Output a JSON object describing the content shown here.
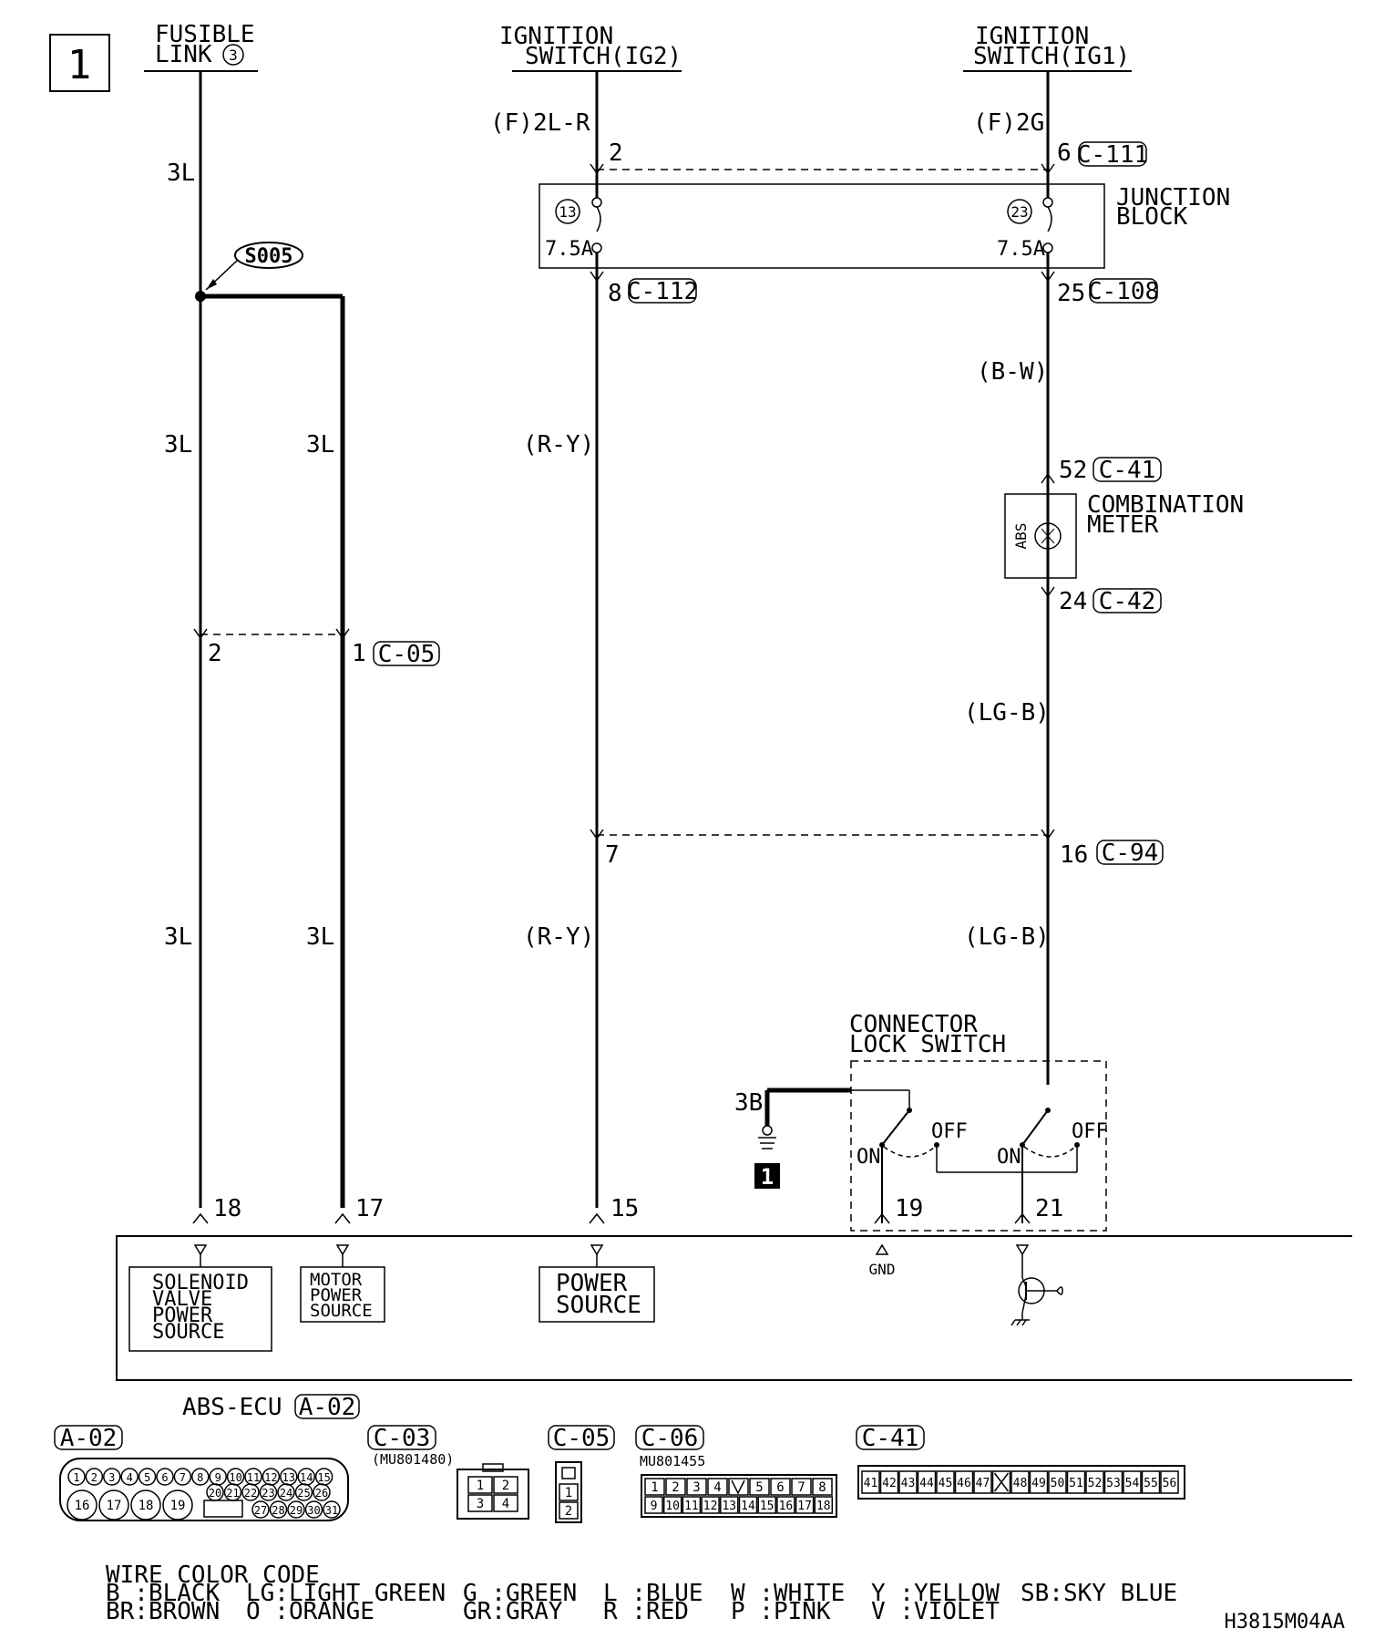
{
  "diagram": {
    "page_number": "1",
    "image_code": "H3815M04AA",
    "sources": {
      "fusible_link": {
        "line1": "FUSIBLE",
        "line2": "LINK",
        "number": "3"
      },
      "ig2": {
        "line1": "IGNITION",
        "line2": "SWITCH(IG2)"
      },
      "ig1": {
        "line1": "IGNITION",
        "line2": "SWITCH(IG1)"
      }
    },
    "wires": {
      "fl_main_top": "3L",
      "fl_main_mid": "3L",
      "fl_branch_mid": "3L",
      "fl_main_low": "3L",
      "fl_branch_low": "3L",
      "ig2_top": "(F)2L-R",
      "ig2_mid": "(R-Y)",
      "ig2_low": "(R-Y)",
      "ig1_top": "(F)2G",
      "ig1_mid": "(B-W)",
      "ig1_meter_low": "(LG-B)",
      "ig1_low": "(LG-B)",
      "ground": "3B"
    },
    "splice": "S005",
    "junction_block": {
      "line1": "JUNCTION",
      "line2": "BLOCK",
      "fuse_left_no": "13",
      "fuse_left_amp": "7.5A",
      "fuse_right_no": "23",
      "fuse_right_amp": "7.5A"
    },
    "terminals": {
      "ig2_jb_in": "2",
      "ig1_jb_in": "6",
      "ig2_jb_out": "8",
      "ig1_jb_out": "25",
      "meter_in": "52",
      "meter_out": "24",
      "c05_left": "2",
      "c05_right": "1",
      "c94_left": "7",
      "c94_right": "16",
      "ecu_18": "18",
      "ecu_17": "17",
      "ecu_15": "15",
      "ecu_19": "19",
      "ecu_21": "21"
    },
    "connectors": {
      "c111": "C-111",
      "c112": "C-112",
      "c108": "C-108",
      "c41": "C-41",
      "c42": "C-42",
      "c05": "C-05",
      "c94": "C-94",
      "a02": "A-02"
    },
    "combination_meter": {
      "line1": "COMBINATION",
      "line2": "METER",
      "lamp": "ABS"
    },
    "lock_switch": {
      "line1": "CONNECTOR",
      "line2": "LOCK SWITCH",
      "on": "ON",
      "off": "OFF"
    },
    "ground_ref": "1",
    "ecu": {
      "name": "ABS-ECU",
      "box1": [
        "SOLENOID",
        "VALVE",
        "POWER",
        "SOURCE"
      ],
      "box2": [
        "MOTOR",
        "POWER",
        "SOURCE"
      ],
      "box3": [
        "POWER",
        "SOURCE"
      ],
      "gnd": "GND"
    },
    "connector_views": {
      "a02": {
        "label": "A-02",
        "row1": [
          "1",
          "2",
          "3",
          "4",
          "5",
          "6",
          "7",
          "8",
          "9",
          "10",
          "11",
          "12",
          "13",
          "14",
          "15"
        ],
        "row2a": [
          "16",
          "17",
          "18",
          "19"
        ],
        "row2b": [
          "20",
          "21",
          "22",
          "23",
          "24",
          "25",
          "26"
        ],
        "row3": [
          "27",
          "28",
          "29",
          "30",
          "31"
        ]
      },
      "c03": {
        "label": "C-03",
        "part": "(MU801480)",
        "pins": [
          "1",
          "2",
          "3",
          "4"
        ]
      },
      "c05": {
        "label": "C-05",
        "pins": [
          "1",
          "2"
        ]
      },
      "c06": {
        "label": "C-06",
        "part": "MU801455",
        "row1": [
          "1",
          "2",
          "3",
          "4",
          "",
          "5",
          "6",
          "7",
          "8"
        ],
        "row2": [
          "9",
          "10",
          "11",
          "12",
          "13",
          "14",
          "15",
          "16",
          "17",
          "18"
        ]
      },
      "c41": {
        "label": "C-41",
        "pins": [
          "41",
          "42",
          "43",
          "44",
          "45",
          "46",
          "47",
          "",
          "48",
          "49",
          "50",
          "51",
          "52",
          "53",
          "54",
          "55",
          "56"
        ]
      }
    },
    "wire_color_code": {
      "title": "WIRE COLOR CODE",
      "row1": [
        "B :BLACK",
        "LG:LIGHT GREEN",
        "G :GREEN",
        "L :BLUE",
        "W :WHITE",
        "Y :YELLOW",
        "SB:SKY BLUE"
      ],
      "row2": [
        "BR:BROWN",
        "O :ORANGE",
        "GR:GRAY",
        "R :RED",
        "P :PINK",
        "V :VIOLET"
      ]
    }
  }
}
